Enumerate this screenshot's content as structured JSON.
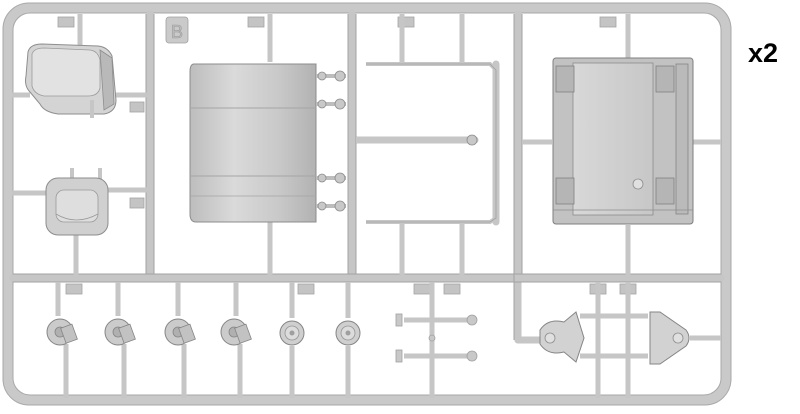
{
  "sprue": {
    "letter": "B",
    "quantity_label": "x2",
    "colors": {
      "plastic": "#cfcfcf",
      "plastic_light": "#e4e4e4",
      "plastic_dark": "#a9a9a9",
      "outline": "#8e8e8e"
    },
    "parts": [
      {
        "name": "cab-seat-shell"
      },
      {
        "name": "seat-cushion"
      },
      {
        "name": "fuel-tank-cylinder"
      },
      {
        "name": "ladder-frame"
      },
      {
        "name": "battery-box"
      },
      {
        "name": "wheel-hub-1"
      },
      {
        "name": "wheel-hub-2"
      },
      {
        "name": "wheel-hub-3"
      },
      {
        "name": "wheel-hub-4"
      },
      {
        "name": "brake-drum-1"
      },
      {
        "name": "brake-drum-2"
      },
      {
        "name": "steering-rods"
      },
      {
        "name": "axle-bracket"
      }
    ]
  }
}
